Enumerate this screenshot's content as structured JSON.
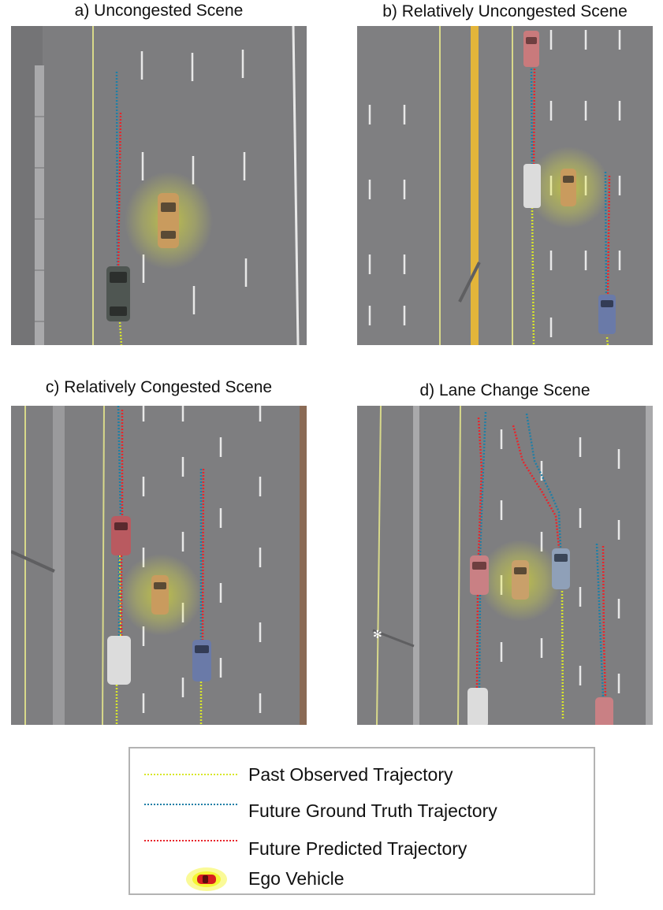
{
  "panels": [
    {
      "title": "a) Uncongested Scene"
    },
    {
      "title": "b) Relatively Uncongested Scene"
    },
    {
      "title": "c) Relatively Congested Scene"
    },
    {
      "title": "d) Lane Change Scene"
    }
  ],
  "legend": {
    "items": [
      {
        "label": "Past Observed Trajectory",
        "color": "#d8e62a"
      },
      {
        "label": "Future Ground Truth Trajectory",
        "color": "#1f7fa6"
      },
      {
        "label": "Future Predicted Trajectory",
        "color": "#e8252b"
      },
      {
        "label": "Ego Vehicle",
        "color": "#d81e1e",
        "icon": "ego-vehicle-icon"
      }
    ]
  },
  "colors": {
    "road": "#7b7b7d",
    "lane_marking": "#e6e6e6",
    "edge_line": "#d8d98a",
    "ego_glow": "#f4f51a",
    "median": "#e3b53a"
  }
}
